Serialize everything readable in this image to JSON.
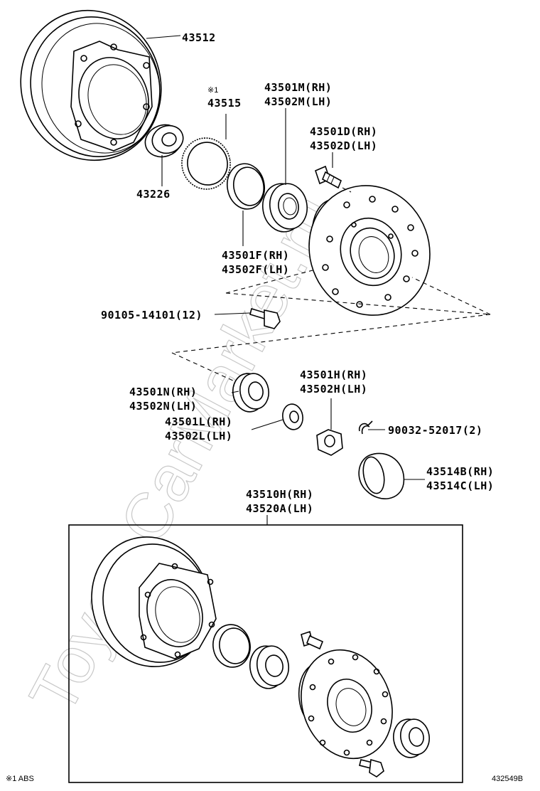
{
  "watermark": "ToyotaCarMarket.ru",
  "labels": {
    "p43512": "43512",
    "mark1": "※1",
    "p43515": "43515",
    "p43501M": "43501M(RH)",
    "p43502M": "43502M(LH)",
    "p43501D": "43501D(RH)",
    "p43502D": "43502D(LH)",
    "p43226": "43226",
    "p43501F": "43501F(RH)",
    "p43502F": "43502F(LH)",
    "p90105": "90105-14101(12)",
    "p43501H": "43501H(RH)",
    "p43502H": "43502H(LH)",
    "p43501N": "43501N(RH)",
    "p43502N": "43502N(LH)",
    "p43501L": "43501L(RH)",
    "p43502L": "43502L(LH)",
    "p90032": "90032-52017(2)",
    "p43514B": "43514B(RH)",
    "p43514C": "43514C(LH)",
    "p43510H": "43510H(RH)",
    "p43520A": "43520A(LH)"
  },
  "footnote": "※1 ABS",
  "figure_id": "432549B"
}
